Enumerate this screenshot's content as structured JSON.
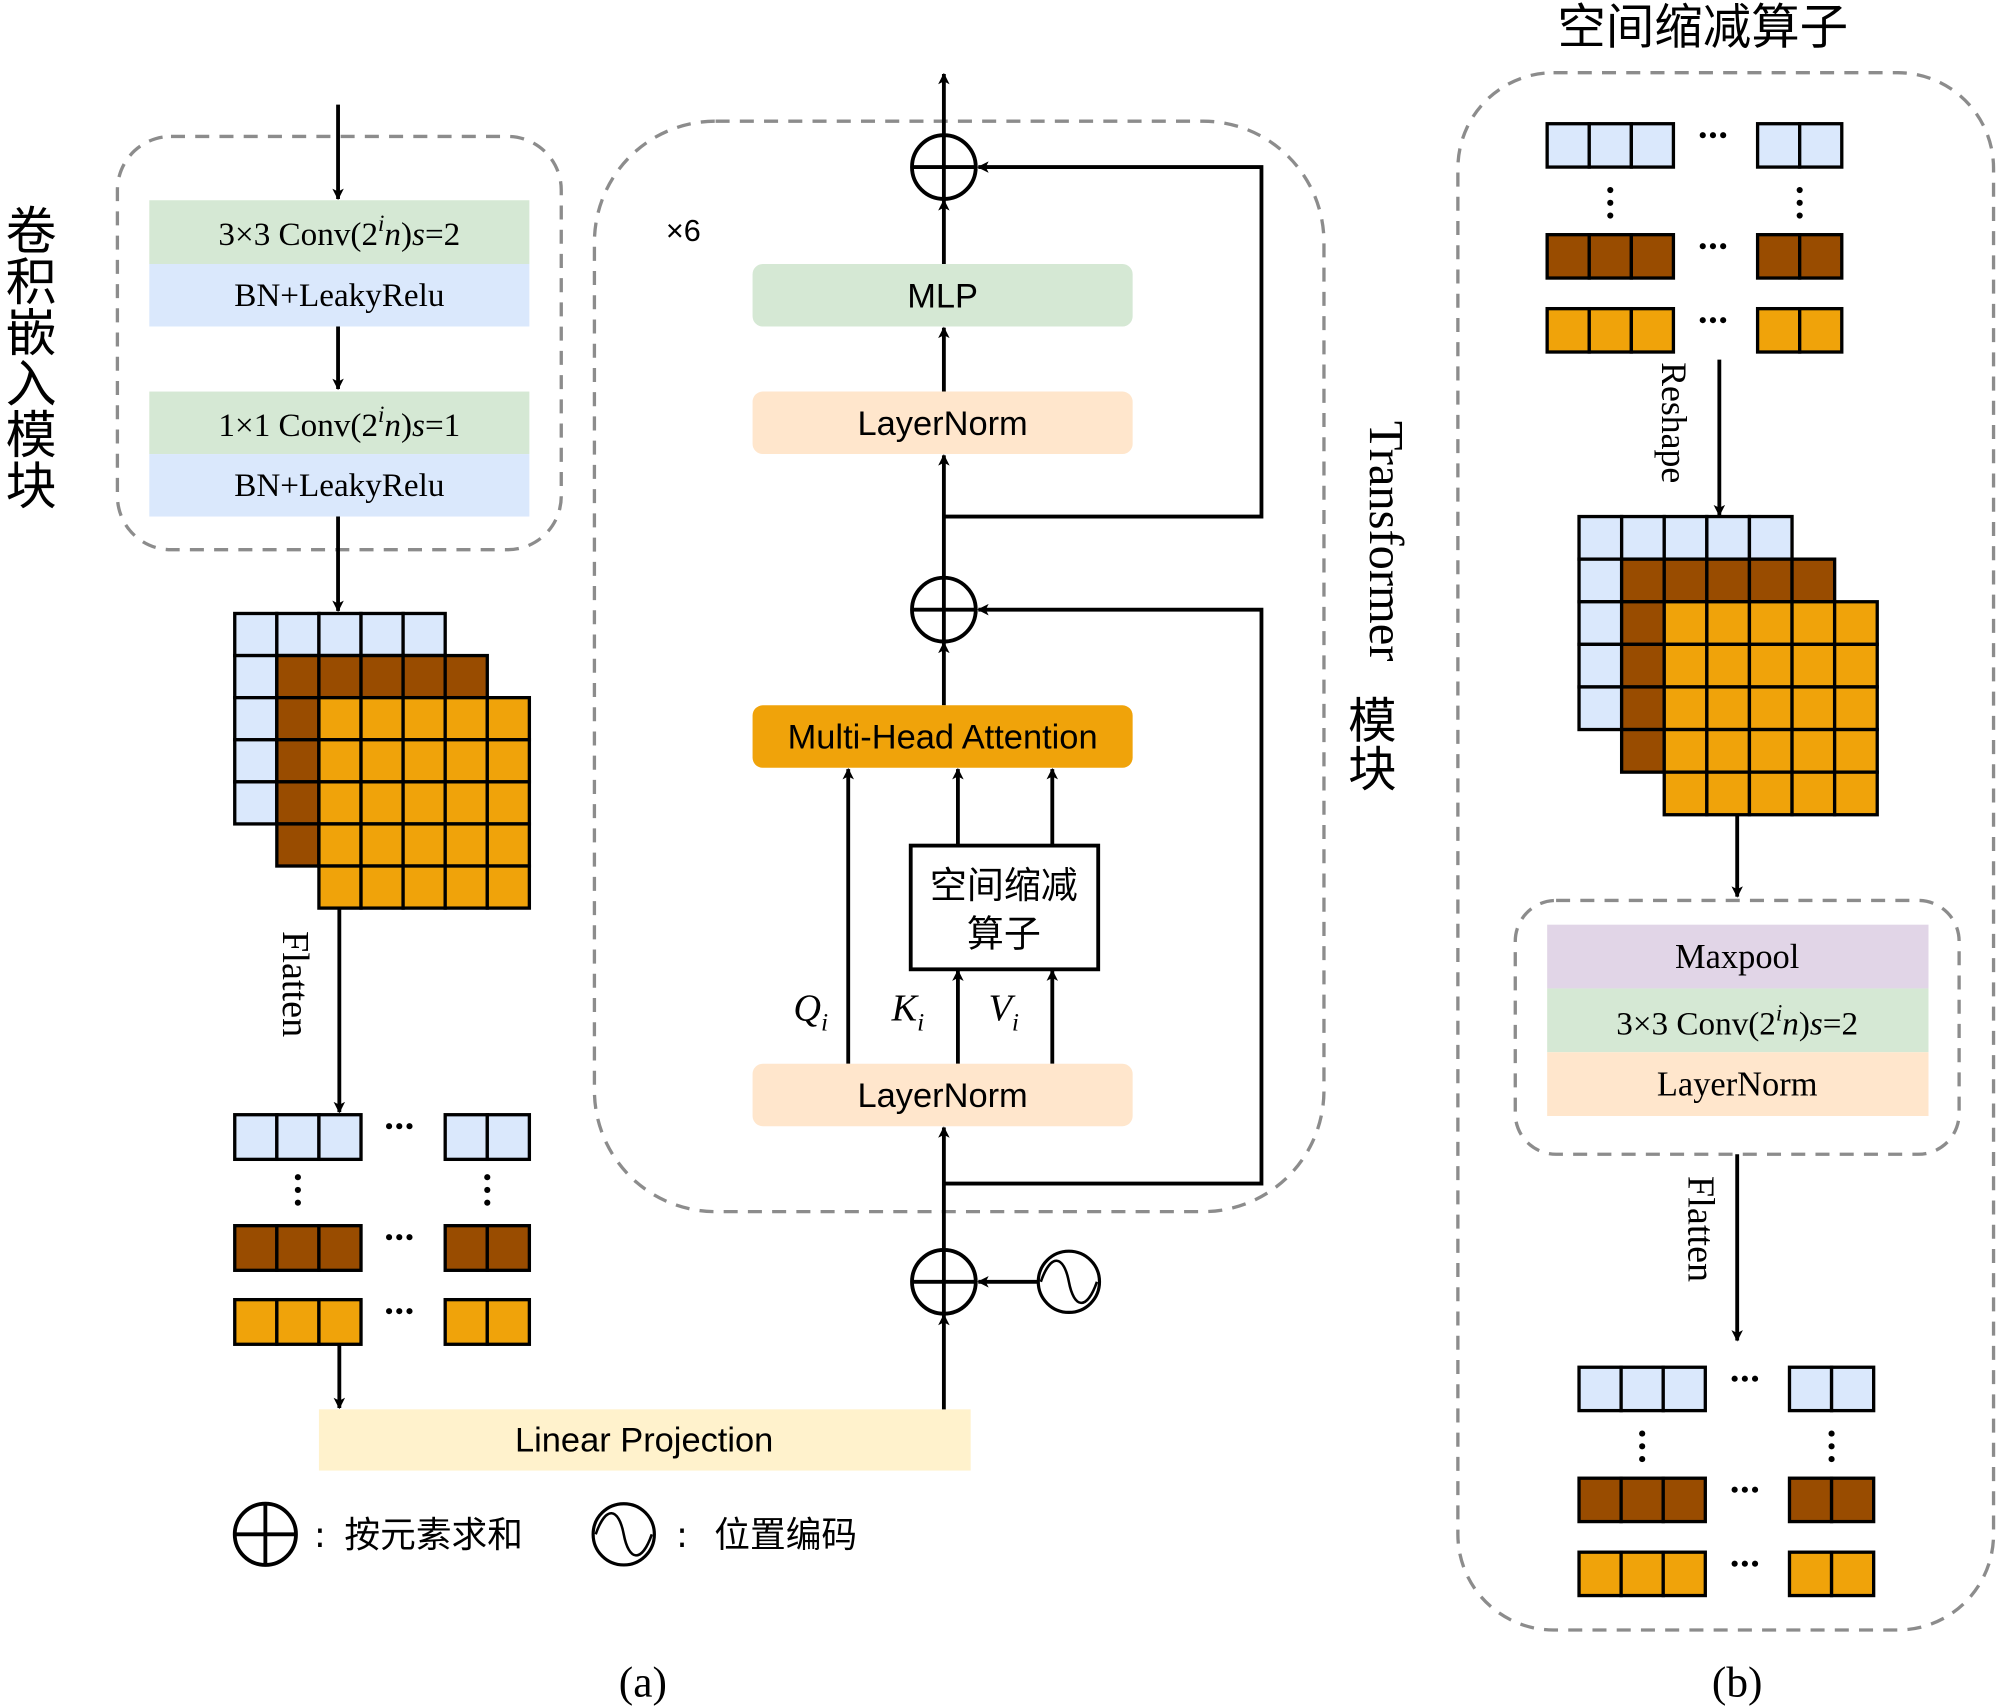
{
  "figure": {
    "panel_a_label": "(a)",
    "panel_b_label": "(b)",
    "colors": {
      "token_blue": "#dae8fc",
      "token_brown": "#994c00",
      "token_orange": "#f0a30a",
      "conv_green": "#d5e8d4",
      "bn_blue": "#dae8fc",
      "layernorm_peach": "#ffe6cc",
      "mha_orange": "#f0a30a",
      "linear_yellow": "#fff2cc",
      "maxpool_purple": "#e1d5e7",
      "dashed_border": "#8c8c8c"
    }
  },
  "conv_embedding": {
    "side_label": "卷积嵌入模块",
    "blocks": [
      {
        "conv_prefix": "3×3 Conv(2",
        "conv_sup": "i",
        "conv_var": "n",
        "conv_mid": ")",
        "conv_s": "s",
        "conv_suffix": "=2",
        "norm": "BN+LeakyRelu"
      },
      {
        "conv_prefix": "1×1 Conv(2",
        "conv_sup": "i",
        "conv_var": "n",
        "conv_mid": ")",
        "conv_s": "s",
        "conv_suffix": "=1",
        "norm": "BN+LeakyRelu"
      }
    ],
    "flatten_label": "Flatten",
    "ellipsis_h": "···",
    "ellipsis_v": "⋮",
    "linear_projection": "Linear Projection"
  },
  "transformer": {
    "side_label_en": "Transformer",
    "side_label_cn": "模块",
    "repeat": "×6",
    "mlp": "MLP",
    "layernorm_top": "LayerNorm",
    "mha": "Multi-Head Attention",
    "sr_line1": "空间缩减",
    "sr_line2": "算子",
    "q_label": "Q",
    "k_label": "K",
    "v_label": "V",
    "sub": "i",
    "layernorm_bottom": "LayerNorm"
  },
  "legend": {
    "sum_colon": ":",
    "sum_text": "按元素求和",
    "pos_colon": ":",
    "pos_text": "位置编码"
  },
  "spatial_reduction": {
    "title": "空间缩减算子",
    "reshape_label": "Reshape",
    "maxpool": "Maxpool",
    "conv_prefix": "3×3 Conv(2",
    "conv_sup": "i",
    "conv_var": "n",
    "conv_mid": ")",
    "conv_s": "s",
    "conv_suffix": "=2",
    "layernorm": "LayerNorm",
    "flatten_label": "Flatten"
  }
}
